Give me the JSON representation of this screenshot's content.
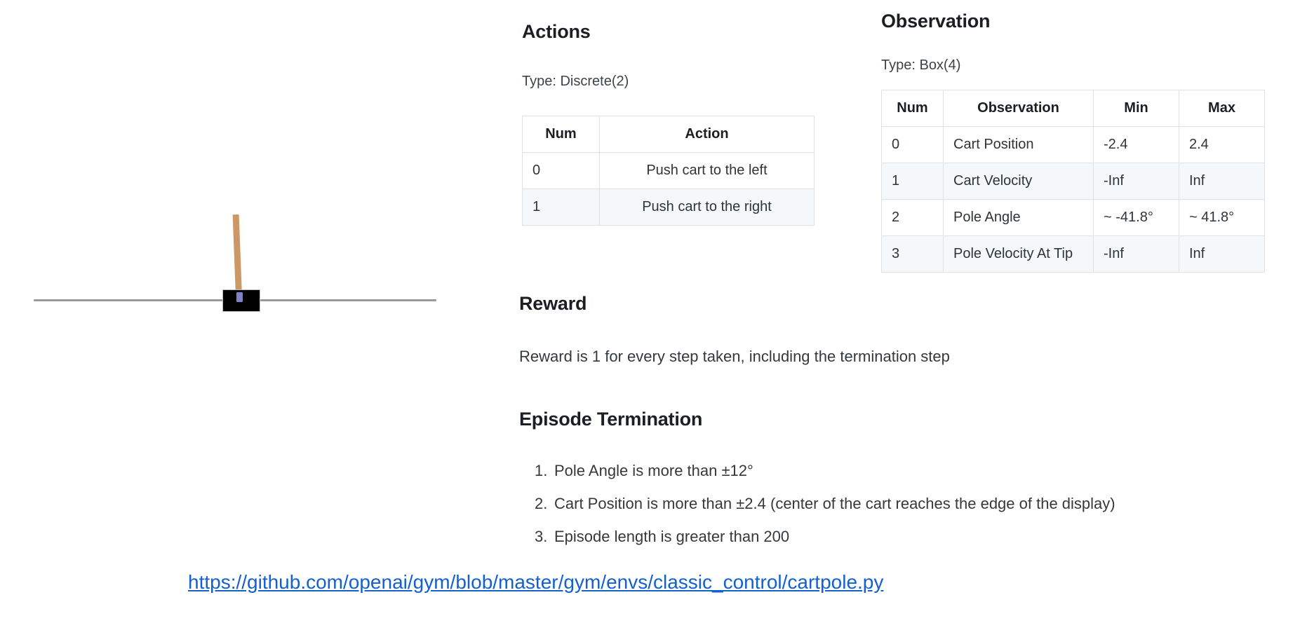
{
  "figure": {
    "name": "cartpole-rendering",
    "elements": {
      "cart": "black-cart-box",
      "pole": "tan-pole",
      "axle": "blue-axle-dot",
      "track": "gray-track-line"
    },
    "colors": {
      "cart": "#000000",
      "pole": "#cc9966",
      "axle": "#8080cc",
      "track": "#9a9a9a"
    }
  },
  "actions": {
    "heading": "Actions",
    "type_line": "Type: Discrete(2)",
    "table": {
      "headers": [
        "Num",
        "Action"
      ],
      "rows": [
        {
          "num": "0",
          "action": "Push cart to the left"
        },
        {
          "num": "1",
          "action": "Push cart to the right"
        }
      ]
    }
  },
  "observation": {
    "heading": "Observation",
    "type_line": "Type: Box(4)",
    "table": {
      "headers": [
        "Num",
        "Observation",
        "Min",
        "Max"
      ],
      "rows": [
        {
          "num": "0",
          "observation": "Cart Position",
          "min": "-2.4",
          "max": "2.4"
        },
        {
          "num": "1",
          "observation": "Cart Velocity",
          "min": "-Inf",
          "max": "Inf"
        },
        {
          "num": "2",
          "observation": "Pole Angle",
          "min": "~ -41.8°",
          "max": "~ 41.8°"
        },
        {
          "num": "3",
          "observation": "Pole Velocity At Tip",
          "min": "-Inf",
          "max": "Inf"
        }
      ]
    }
  },
  "reward": {
    "heading": "Reward",
    "text": "Reward is 1 for every step taken, including the termination step"
  },
  "termination": {
    "heading": "Episode Termination",
    "items": [
      {
        "marker": "1.",
        "text": "Pole Angle is more than ±12°"
      },
      {
        "marker": "2.",
        "text": "Cart Position is more than ±2.4 (center of the cart reaches the edge of the display)"
      },
      {
        "marker": "3.",
        "text": "Episode length is greater than 200"
      }
    ]
  },
  "footer": {
    "link_text": "https://github.com/openai/gym/blob/master/gym/envs/classic_control/cartpole.py",
    "link_color": "#1560d0"
  }
}
